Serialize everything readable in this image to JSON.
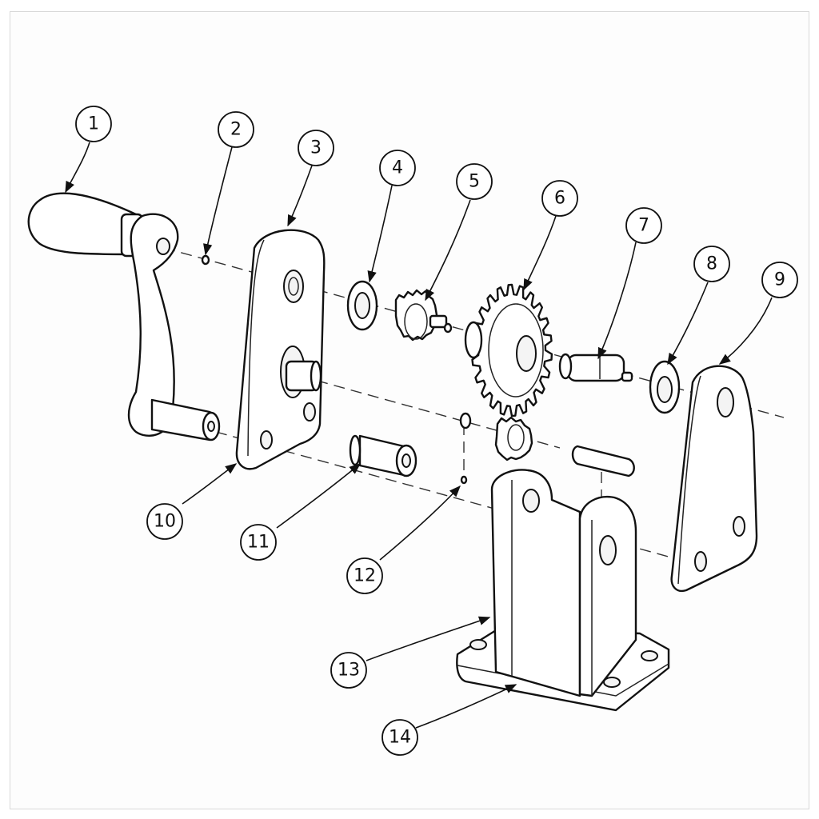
{
  "callouts": [
    {
      "id": "c1",
      "label": "1"
    },
    {
      "id": "c2",
      "label": "2"
    },
    {
      "id": "c3",
      "label": "3"
    },
    {
      "id": "c4",
      "label": "4"
    },
    {
      "id": "c5",
      "label": "5"
    },
    {
      "id": "c6",
      "label": "6"
    },
    {
      "id": "c7",
      "label": "7"
    },
    {
      "id": "c8",
      "label": "8"
    },
    {
      "id": "c9",
      "label": "9"
    },
    {
      "id": "c10",
      "label": "10"
    },
    {
      "id": "c11",
      "label": "11"
    },
    {
      "id": "c12",
      "label": "12"
    },
    {
      "id": "c13",
      "label": "13"
    },
    {
      "id": "c14",
      "label": "14"
    }
  ],
  "colors": {
    "line": "#111111",
    "background": "#ffffff"
  }
}
